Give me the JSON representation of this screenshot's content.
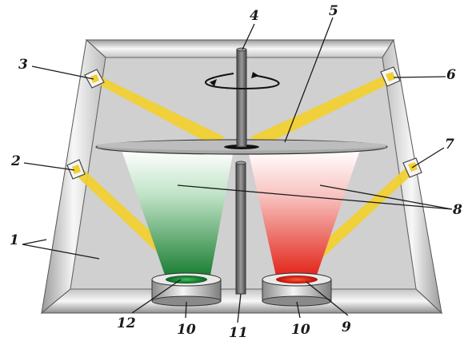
{
  "labels": {
    "l1": "1",
    "l2": "2",
    "l3": "3",
    "l4": "4",
    "l5": "5",
    "l6": "6",
    "l7": "7",
    "l8": "8",
    "l9": "9",
    "l10a": "10",
    "l10b": "10",
    "l11": "11",
    "l12": "12"
  },
  "colors": {
    "frame_outer": "#8c8c8c",
    "frame_inner": "#f4f4f4",
    "chamber": "#cfcfcf",
    "beam": "#f2cf2e",
    "cone_green": "#1c8f3a",
    "cone_red": "#e8281c",
    "disc": "#a9a9a9",
    "shaft": "#6e6e6e"
  }
}
